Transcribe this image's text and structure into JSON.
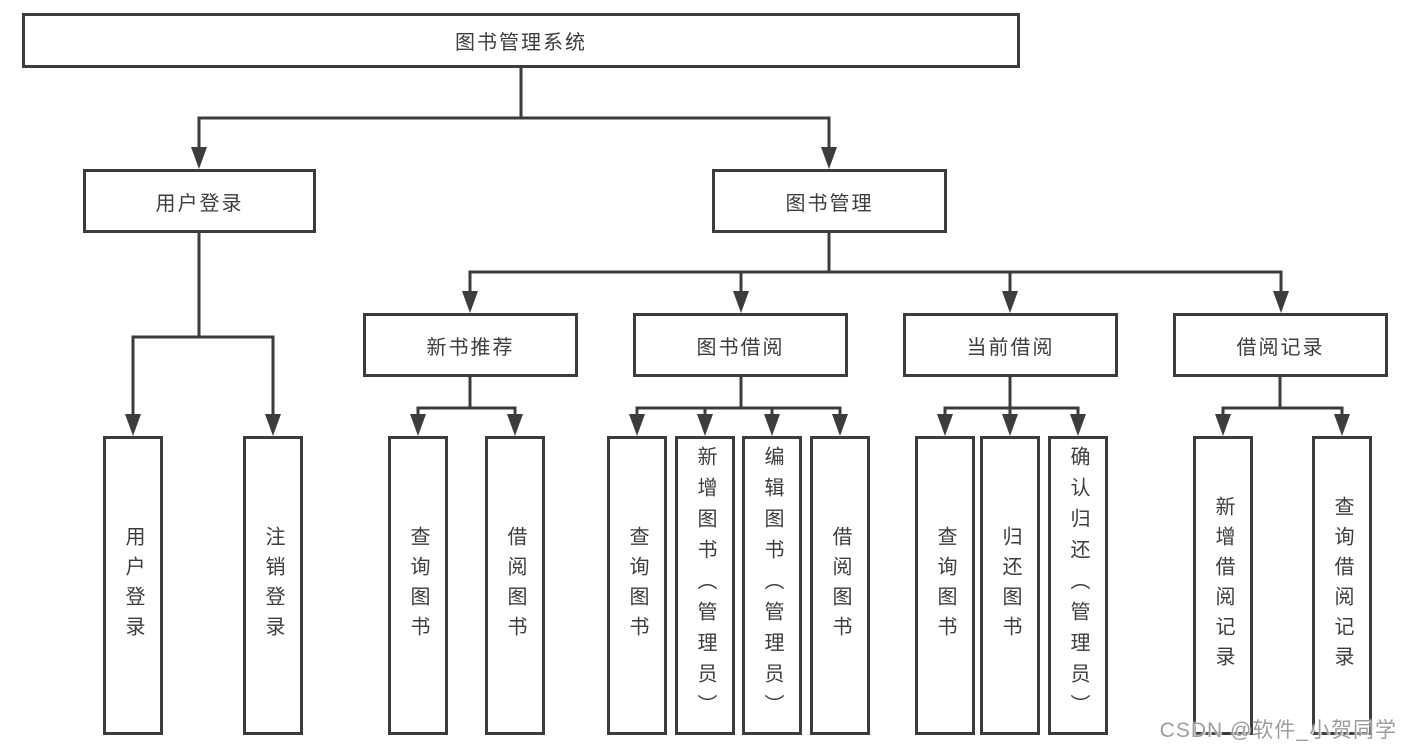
{
  "diagram": {
    "root": {
      "label": "图书管理系统"
    },
    "level2": [
      {
        "id": "user-login",
        "label": "用户登录"
      },
      {
        "id": "book-management",
        "label": "图书管理"
      }
    ],
    "level3": [
      {
        "id": "new-book-recommend",
        "label": "新书推荐"
      },
      {
        "id": "book-borrowing",
        "label": "图书借阅"
      },
      {
        "id": "current-borrowing",
        "label": "当前借阅"
      },
      {
        "id": "borrowing-records",
        "label": "借阅记录"
      }
    ],
    "leaves": [
      {
        "id": "user-login-leaf",
        "parent": "user-login",
        "label": "用户登录"
      },
      {
        "id": "logout-leaf",
        "parent": "user-login",
        "label": "注销登录"
      },
      {
        "id": "query-books",
        "parent": "new-book-recommend",
        "label": "查询图书"
      },
      {
        "id": "borrow-books",
        "parent": "new-book-recommend",
        "label": "借阅图书"
      },
      {
        "id": "query-books",
        "parent": "book-borrowing",
        "label": "查询图书"
      },
      {
        "id": "add-books-admin",
        "parent": "book-borrowing",
        "label": "新增图书（管理员）"
      },
      {
        "id": "edit-books-admin",
        "parent": "book-borrowing",
        "label": "编辑图书（管理员）"
      },
      {
        "id": "borrow-books",
        "parent": "book-borrowing",
        "label": "借阅图书"
      },
      {
        "id": "query-books",
        "parent": "current-borrowing",
        "label": "查询图书"
      },
      {
        "id": "return-books",
        "parent": "current-borrowing",
        "label": "归还图书"
      },
      {
        "id": "confirm-return-admin",
        "parent": "current-borrowing",
        "label": "确认归还（管理员）"
      },
      {
        "id": "add-borrow-record",
        "parent": "borrowing-records",
        "label": "新增借阅记录"
      },
      {
        "id": "query-borrow-record",
        "parent": "borrowing-records",
        "label": "查询借阅记录"
      }
    ],
    "colors": {
      "line": "#3c3c3c",
      "text": "#3d3d3d",
      "box_background": "#ffffff",
      "watermark": "#9d9da1"
    },
    "watermark": "CSDN @软件_小贺同学"
  }
}
